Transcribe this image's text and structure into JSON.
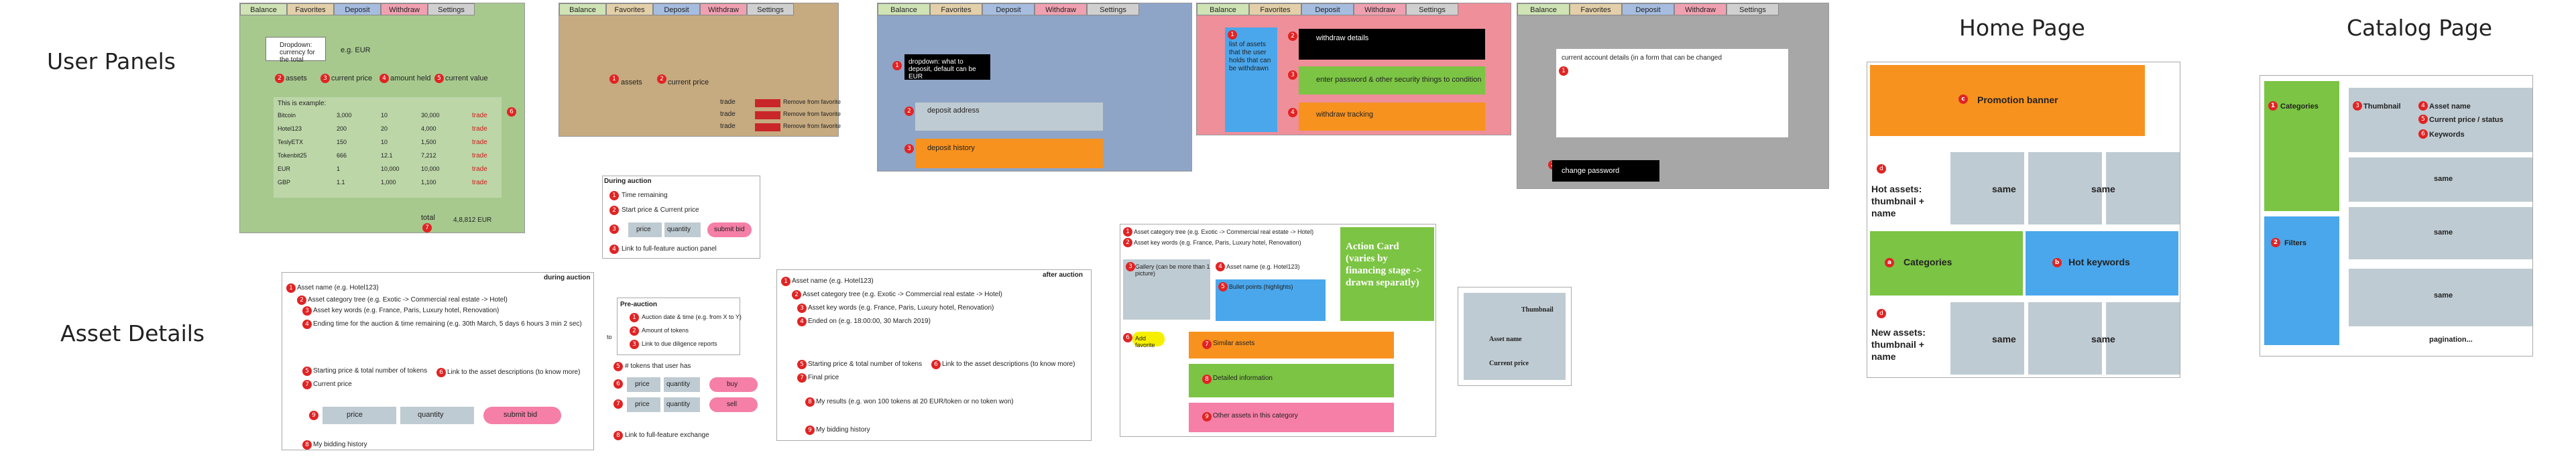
{
  "sections": {
    "user_panels": "User Panels",
    "asset_details": "Asset Details",
    "home_page": "Home Page",
    "catalog_page": "Catalog Page"
  },
  "tabs": [
    "Balance",
    "Favorites",
    "Deposit",
    "Withdraw",
    "Settings"
  ],
  "colors": {
    "balance_bg": "#a7c98e",
    "favorites_bg": "#c6aa80",
    "deposit_bg": "#8ea5c7",
    "withdraw_bg": "#ee8f9a",
    "settings_bg": "#a7a7a7",
    "marker": "#e02424",
    "orange": "#f8921e",
    "green": "#7cc444",
    "blue": "#4aa7ec",
    "pink": "#f57fa6",
    "grey_box": "#bfcbd2"
  },
  "balance_panel": {
    "dropdown_text": "Dropdown: currency for the total",
    "dropdown_example": "e.g. EUR",
    "labels": [
      "assets",
      "current price",
      "amount held",
      "current value"
    ],
    "example_title": "This is example:",
    "rows": [
      {
        "name": "Bitcoin",
        "price": "3,000",
        "held": "10",
        "value": "30,000",
        "action": "trade"
      },
      {
        "name": "Hotel123",
        "price": "200",
        "held": "20",
        "value": "4,000",
        "action": "trade"
      },
      {
        "name": "TeslyETX",
        "price": "150",
        "held": "10",
        "value": "1,500",
        "action": "trade"
      },
      {
        "name": "Tokenbit25",
        "price": "666",
        "held": "12.1",
        "value": "7,212",
        "action": "trade"
      },
      {
        "name": "EUR",
        "price": "1",
        "held": "10,000",
        "value": "10,000",
        "action": "trade"
      },
      {
        "name": "GBP",
        "price": "1.1",
        "held": "1,000",
        "value": "1,100",
        "action": "trade"
      }
    ],
    "total_label": "total",
    "total_value": "4,8,812 EUR",
    "markers": [
      "1",
      "2",
      "3",
      "4",
      "5",
      "6",
      "7"
    ]
  },
  "favorites_panel": {
    "labels": [
      "assets",
      "current price"
    ],
    "rows": [
      {
        "action": "trade",
        "fav": "Remove from favorite"
      },
      {
        "action": "trade",
        "fav": "Remove from favorite"
      },
      {
        "action": "trade",
        "fav": "Remove from favorite"
      }
    ]
  },
  "deposit_panel": {
    "dropdown": "dropdown: what to deposit, default can be EUR",
    "address": "deposit address",
    "history": "deposit history"
  },
  "withdraw_panel": {
    "list": "list of assets that the user holds that can be withdrawn",
    "details": "withdraw details",
    "password": "enter password & other security things to condition",
    "tracking": "withdraw tracking"
  },
  "settings_panel": {
    "account": "current account details (in a form that can be changed",
    "password": "change password"
  },
  "during_auction_panel": {
    "title": "During auction",
    "items": [
      "Time remaining",
      "Start price & Current price",
      "Amount of tokens",
      "Link to full-feature auction panel"
    ],
    "price": "price",
    "quantity": "quantity",
    "submit": "submit bid"
  },
  "detail_during": {
    "tag": "during auction",
    "items": [
      "Asset name (e.g. Hotel123)",
      "Asset category tree (e.g. Exotic -> Commercial real estate -> Hotel)",
      "Asset key words (e.g. France, Paris, Luxury hotel, Renovation)",
      "Ending time for the auction & time remaining (e.g. 30th March, 5 days 6 hours 3 min 2 sec)",
      "Starting price & total number of tokens",
      "Link to the asset descriptions (to know more)",
      "Current price",
      "My bidding history"
    ],
    "price": "price",
    "quantity": "quantity",
    "submit": "submit bid"
  },
  "pre_auction": {
    "title": "Pre-auction",
    "items": [
      "Auction date & time (e.g. from X to Y)",
      "Amount of tokens",
      "Link to due diligence reports"
    ],
    "to": "to"
  },
  "post_auction": {
    "items": [
      "# tokens that user has",
      "Link to full-feature exchange"
    ],
    "price": "price",
    "quantity": "quantity",
    "buy": "buy",
    "sell": "sell"
  },
  "detail_after": {
    "tag": "after auction",
    "items": [
      "Asset name (e.g. Hotel123)",
      "Asset category tree (e.g. Exotic -> Commercial real estate -> Hotel)",
      "Asset key words (e.g. France, Paris, Luxury hotel, Renovation)",
      "Ended on (e.g. 18:00:00, 30 March 2019)",
      "Starting price & total number of tokens",
      "Link to the asset descriptions (to know more)",
      "Final price",
      "My results (e.g. won 100 tokens at 20 EUR/token or no token won)",
      "My bidding history"
    ]
  },
  "detail_layout": {
    "category": "Asset category tree (e.g. Exotic -> Commercial real estate -> Hotel)",
    "keywords": "Asset key words (e.g. France, Paris, Luxury hotel, Renovation)",
    "gallery": "Gallery (can be more than 1 picture)",
    "name": "Asset name (e.g. Hotel123)",
    "bullets": "Bullet points (highlights)",
    "fav": "Add favorite",
    "similar": "Similar assets",
    "detailed": "Detailed information",
    "other": "Other assets in this category",
    "action_card": "Action Card (varies by financing stage -> drawn separatly)"
  },
  "thumb_card": {
    "thumbnail": "Thumbnail",
    "name": "Asset name",
    "price": "Current price"
  },
  "home": {
    "promotion": "Promotion banner",
    "hot_assets": "Hot assets: thumbnail + name",
    "same": "same",
    "categories": "Categories",
    "hot_keywords": "Hot keywords",
    "new_assets": "New assets: thumbnail + name"
  },
  "catalog": {
    "categories": "Categories",
    "filters": "Filters",
    "thumbnail": "Thumbnail",
    "asset_name": "Asset name",
    "price_status": "Current price / status",
    "keywords": "Keywords",
    "same": "same",
    "pagination": "pagination..."
  }
}
